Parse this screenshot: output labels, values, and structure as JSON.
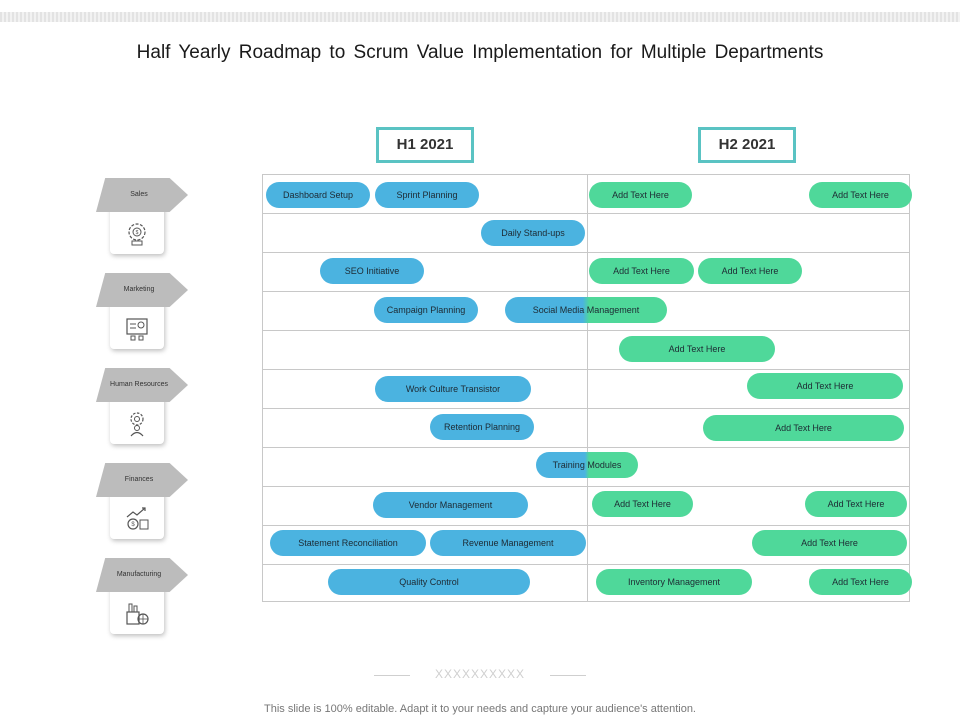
{
  "title": "Half Yearly Roadmap to Scrum Value Implementation for Multiple Departments",
  "periods": {
    "h1": "H1 2021",
    "h2": "H2 2021"
  },
  "departments": [
    {
      "label": "Sales",
      "icon": "money-gear-icon"
    },
    {
      "label": "Marketing",
      "icon": "presentation-board-icon"
    },
    {
      "label": "Human Resources",
      "icon": "person-gear-icon"
    },
    {
      "label": "Finances",
      "icon": "money-growth-icon"
    },
    {
      "label": "Manufacturing",
      "icon": "factory-globe-icon"
    }
  ],
  "pills": {
    "dashboard_setup": "Dashboard Setup",
    "sprint_planning": "Sprint Planning",
    "add_1": "Add Text Here",
    "add_2": "Add Text Here",
    "daily_standups": "Daily Stand-ups",
    "seo_initiative": "SEO Initiative",
    "add_3": "Add Text Here",
    "add_4": "Add Text Here",
    "campaign_planning": "Campaign Planning",
    "social_media_management": "Social Media Management",
    "add_5": "Add Text Here",
    "work_culture_transistor": "Work Culture Transistor",
    "add_6": "Add Text Here",
    "retention_planning": "Retention Planning",
    "add_7": "Add Text Here",
    "training_modules": "Training Modules",
    "vendor_management": "Vendor Management",
    "add_8": "Add Text Here",
    "add_9": "Add Text Here",
    "statement_reconciliation": "Statement Reconciliation",
    "revenue_management": "Revenue Management",
    "add_10": "Add Text Here",
    "quality_control": "Quality Control",
    "inventory_management": "Inventory Management",
    "add_11": "Add Text Here"
  },
  "colors": {
    "h1_pill": "#4bb3e0",
    "h2_pill": "#4fd89a",
    "period_border": "#5ac3c3"
  },
  "footer": {
    "mark": "XXXXXXXXXX",
    "note": "This slide is 100% editable. Adapt it to your needs and capture your audience's attention."
  }
}
